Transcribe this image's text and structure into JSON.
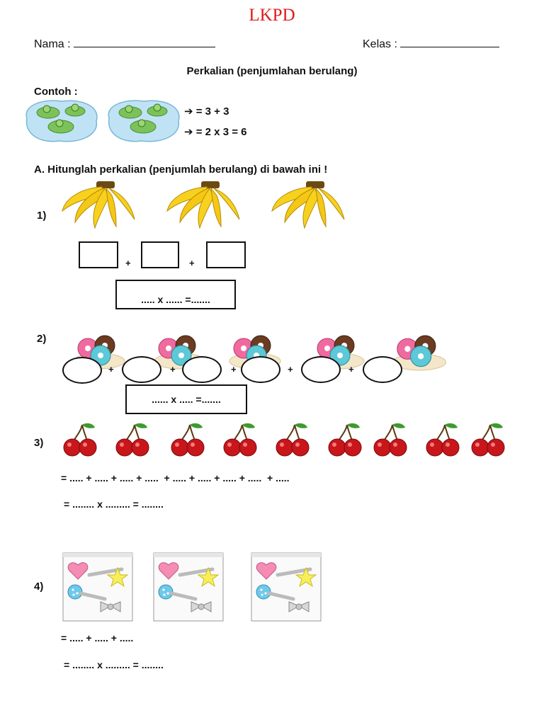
{
  "header": {
    "title": "LKPD",
    "name_label": "Nama :",
    "class_label": "Kelas :"
  },
  "topic": "Perkalian (penjumlahan berulang)",
  "example": {
    "label": "Contoh :",
    "line1": "=  3 + 3",
    "line2": "= 2 x 3 = 6"
  },
  "section_a": {
    "instruction": "A. Hitunglah perkalian (penjumlah berulang) di bawah ini !"
  },
  "questions": {
    "q1": {
      "number": "1)",
      "plus": "+",
      "formula": "..... x ...... =......."
    },
    "q2": {
      "number": "2)",
      "plus": "+",
      "formula": "...... x ..... =......."
    },
    "q3": {
      "number": "3)",
      "sum_line": "= ..... + ..... + ..... + .....  + ..... + ..... + ..... + .....  + .....",
      "formula": "= ........ x ......... = ........"
    },
    "q4": {
      "number": "4)",
      "sum_line": "= ..... + ..... + .....",
      "formula": "= ........ x ......... = ........"
    }
  },
  "icons": {
    "example_images": "frog-pond-icon",
    "q1_images": "banana-bunch-icon",
    "q2_images": "donut-plate-icon",
    "q3_images": "cherry-icon",
    "q4_images": "hair-clip-pack-icon",
    "arrow": "arrow-right-icon"
  },
  "colors": {
    "title": "#e11a1a",
    "banana": "#f7d11e",
    "cherry": "#c8161b",
    "pond": "#bfe3f5"
  }
}
